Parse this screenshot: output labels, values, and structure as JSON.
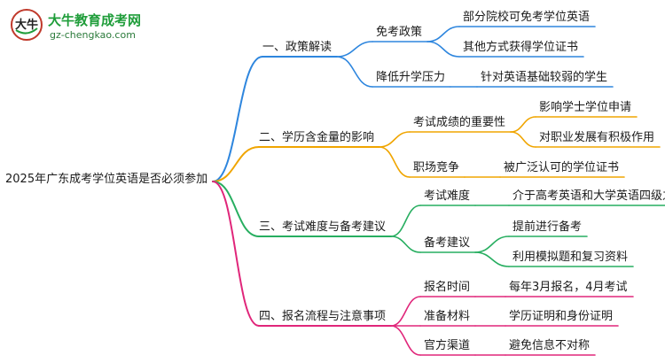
{
  "logo": {
    "title": "大牛教育成考网",
    "url": "gz-chengkao.com",
    "mark_text": "大牛"
  },
  "root": "2025年广东成考学位英语是否必须参加",
  "branches": [
    {
      "label": "一、政策解读",
      "color": "#2e86de",
      "children": [
        {
          "label": "免考政策",
          "children": [
            "部分院校可免考学位英语",
            "其他方式获得学位证书"
          ]
        },
        {
          "label": "降低升学压力",
          "children": [
            "针对英语基础较弱的学生"
          ]
        }
      ]
    },
    {
      "label": "二、学历含金量的影响",
      "color": "#f0a500",
      "children": [
        {
          "label": "考试成绩的重要性",
          "children": [
            "影响学士学位申请",
            "对职业发展有积极作用"
          ]
        },
        {
          "label": "职场竞争",
          "children": [
            "被广泛认可的学位证书"
          ]
        }
      ]
    },
    {
      "label": "三、考试难度与备考建议",
      "color": "#27ae60",
      "children": [
        {
          "label": "考试难度",
          "children": [
            "介于高考英语和大学英语四级之间"
          ]
        },
        {
          "label": "备考建议",
          "children": [
            "提前进行备考",
            "利用模拟题和复习资料"
          ]
        }
      ]
    },
    {
      "label": "四、报名流程与注意事项",
      "color": "#e0267a",
      "children": [
        {
          "label": "报名时间",
          "children": [
            "每年3月报名，4月考试"
          ]
        },
        {
          "label": "准备材料",
          "children": [
            "学历证明和身份证明"
          ]
        },
        {
          "label": "官方渠道",
          "children": [
            "避免信息不对称"
          ]
        }
      ]
    }
  ]
}
